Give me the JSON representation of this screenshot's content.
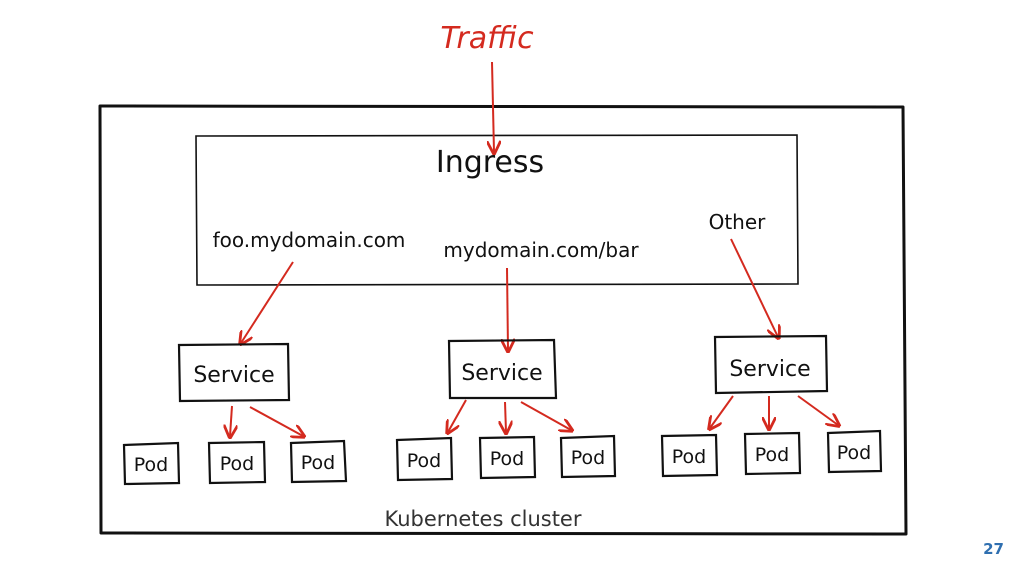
{
  "colors": {
    "ink": "#111111",
    "arrow": "#d42a1f",
    "page_number": "#2f6fb0"
  },
  "diagram": {
    "traffic_label": "Traffic",
    "ingress_label": "Ingress",
    "routes": [
      {
        "label": "foo.mydomain.com"
      },
      {
        "label": "mydomain.com/bar"
      },
      {
        "label": "Other"
      }
    ],
    "services": [
      {
        "label": "Service",
        "pods": [
          "Pod",
          "Pod",
          "Pod"
        ]
      },
      {
        "label": "Service",
        "pods": [
          "Pod",
          "Pod",
          "Pod"
        ]
      },
      {
        "label": "Service",
        "pods": [
          "Pod",
          "Pod",
          "Pod"
        ]
      }
    ],
    "cluster_label": "Kubernetes cluster"
  },
  "page_number": "27"
}
